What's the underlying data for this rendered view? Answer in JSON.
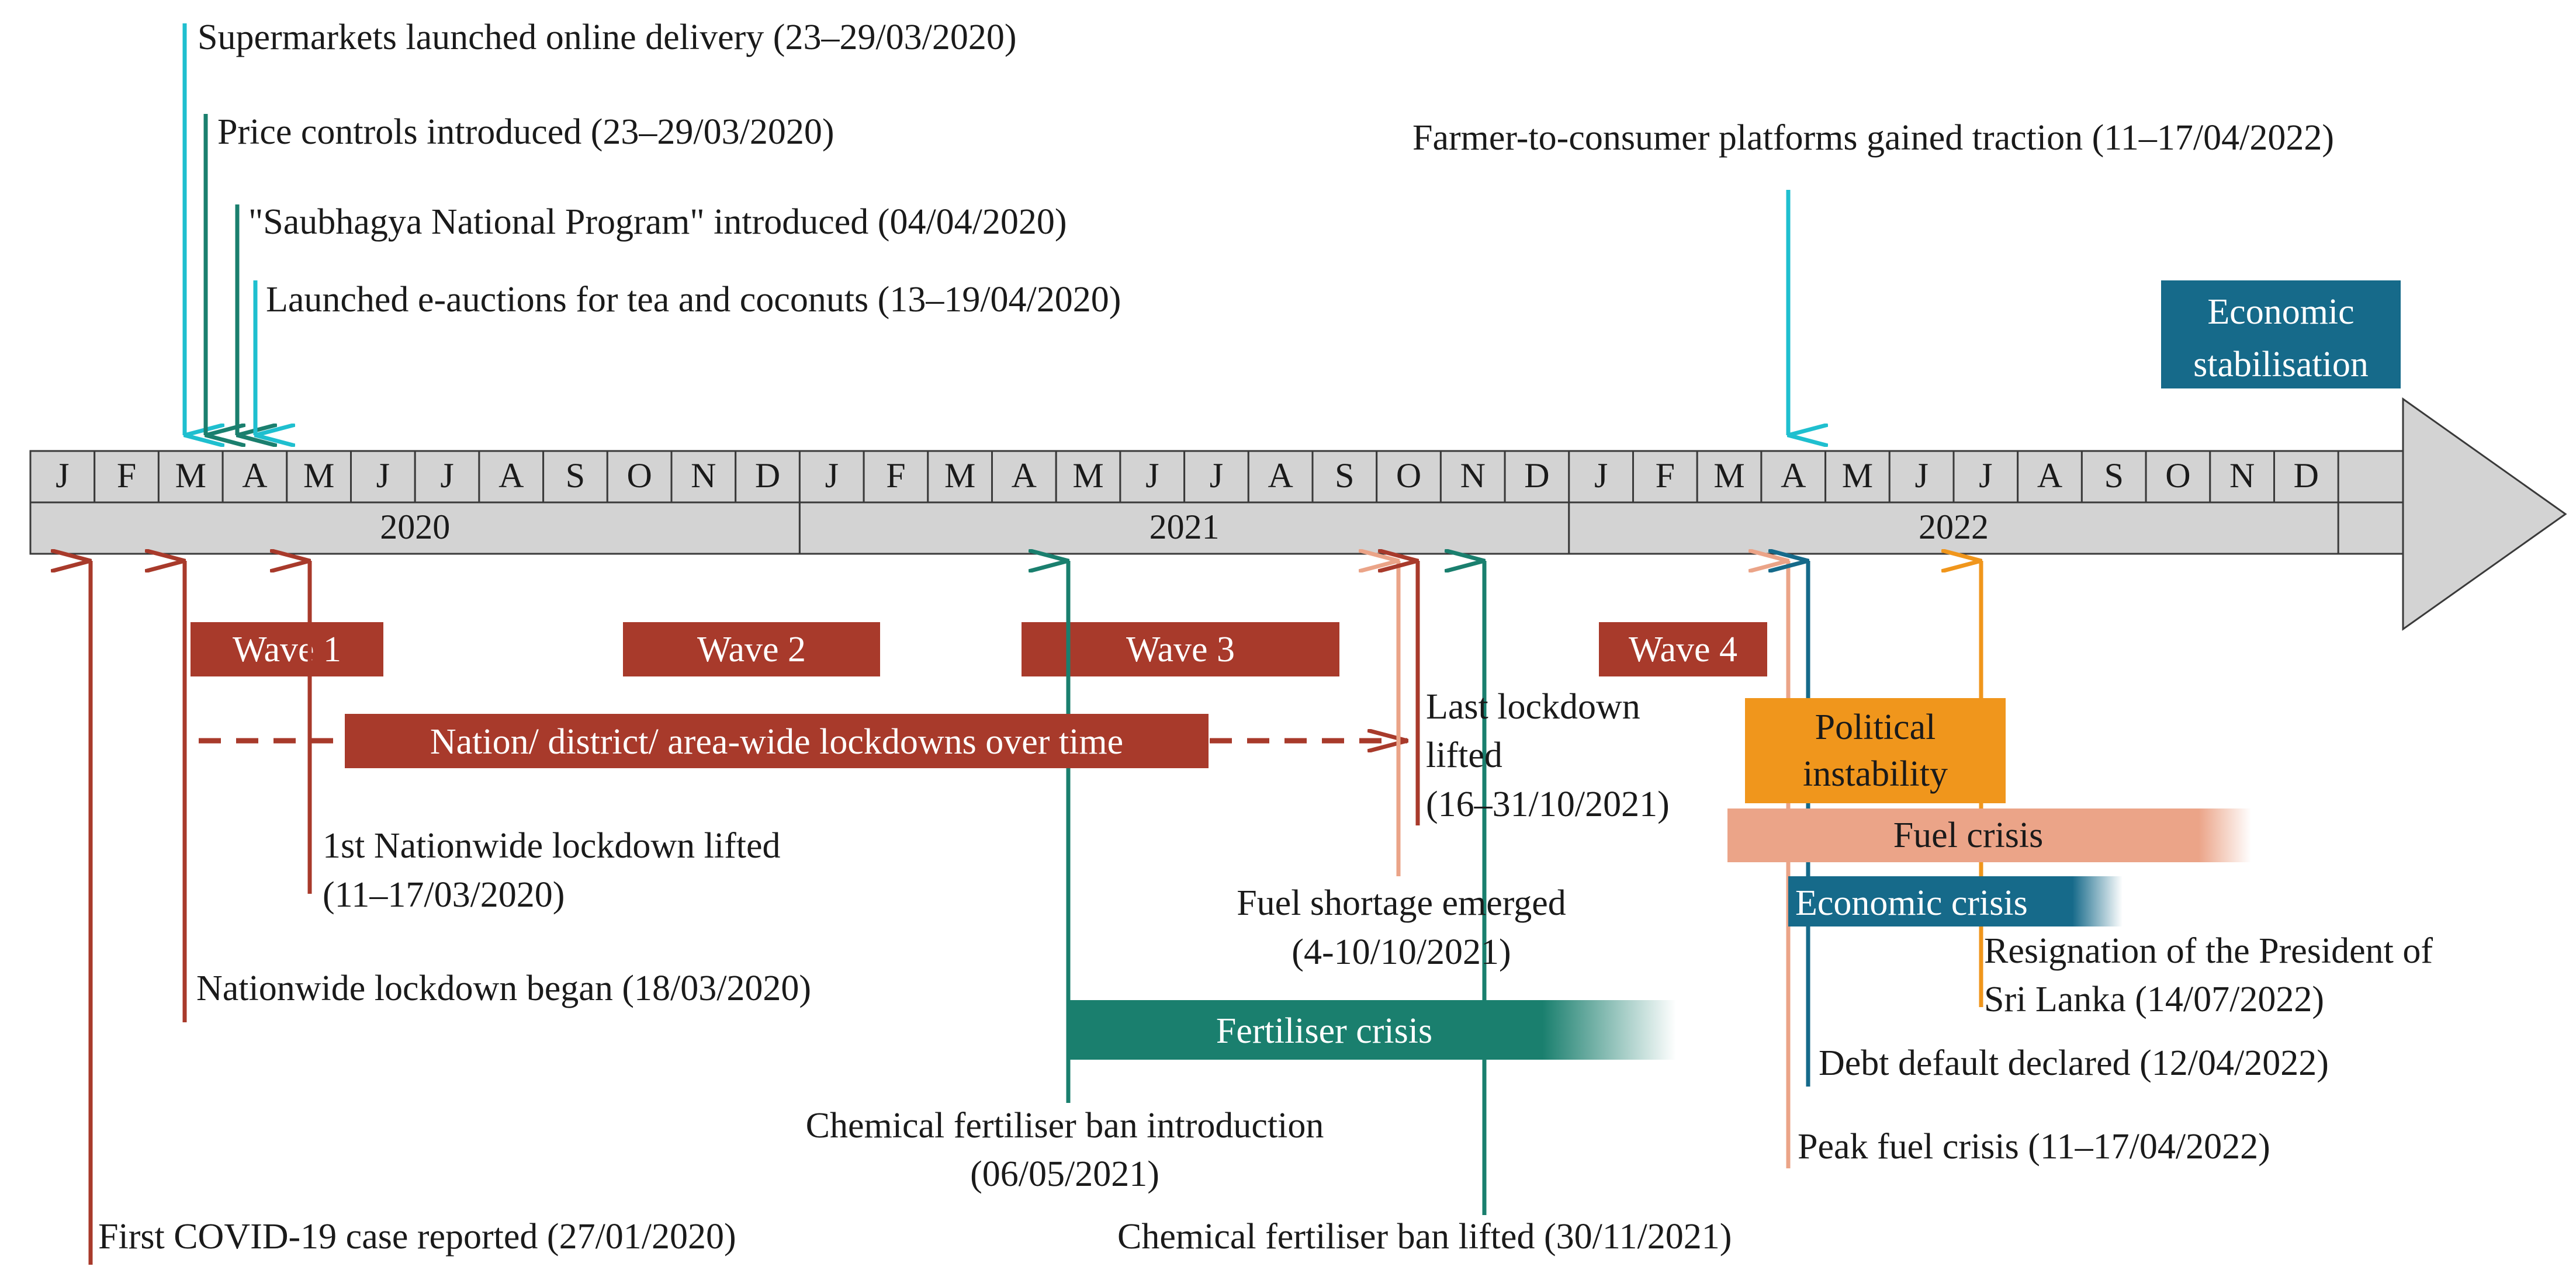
{
  "colors": {
    "cyan": "#1fbfcf",
    "teal": "#1a7f6e",
    "darkred": "#a83a2b",
    "salmon": "#eba488",
    "orange": "#f0961c",
    "navy": "#166a8a",
    "bar_gray": "#d3d3d3",
    "arrow_gray": "#d3d3d3"
  },
  "timeline": {
    "months": [
      "J",
      "F",
      "M",
      "A",
      "M",
      "J",
      "J",
      "A",
      "S",
      "O",
      "N",
      "D",
      "J",
      "F",
      "M",
      "A",
      "M",
      "J",
      "J",
      "A",
      "S",
      "O",
      "N",
      "D",
      "J",
      "F",
      "M",
      "A",
      "M",
      "J",
      "J",
      "A",
      "S",
      "O",
      "N",
      "D"
    ],
    "years": [
      "2020",
      "2021",
      "2022"
    ]
  },
  "top_events": [
    {
      "text": "Supermarkets launched online delivery (23–29/03/2020)",
      "color": "cyan"
    },
    {
      "text": "Price controls introduced (23–29/03/2020)",
      "color": "teal"
    },
    {
      "text": "\"Saubhagya National Program\" introduced (04/04/2020)",
      "color": "teal"
    },
    {
      "text": "Launched e-auctions for tea and coconuts (13–19/04/2020)",
      "color": "cyan"
    },
    {
      "text": "Farmer-to-consumer platforms gained traction (11–17/04/2022)",
      "color": "cyan"
    }
  ],
  "economic_stabilisation": {
    "line1": "Economic",
    "line2": "stabilisation"
  },
  "waves": [
    "Wave 1",
    "Wave 2",
    "Wave 3",
    "Wave 4"
  ],
  "lockdowns_label": "Nation/ district/ area-wide lockdowns over time",
  "bottom_events": {
    "first_case": "First COVID-19 case reported (27/01/2020)",
    "lockdown_began": "Nationwide lockdown began (18/03/2020)",
    "first_lifted_1": "1st Nationwide lockdown lifted",
    "first_lifted_2": "(11–17/03/2020)",
    "fert_ban_1": "Chemical fertiliser ban introduction",
    "fert_ban_2": "(06/05/2021)",
    "fuel_short_1": "Fuel shortage emerged",
    "fuel_short_2": "(4-10/10/2021)",
    "last_lockdown_1": "Last lockdown",
    "last_lockdown_2": "lifted",
    "last_lockdown_3": "(16–31/10/2021)",
    "fert_lifted": "Chemical fertiliser ban lifted (30/11/2021)",
    "resign_1": "Resignation of the President of",
    "resign_2": "Sri Lanka  (14/07/2022)",
    "debt_default": "Debt default declared (12/04/2022)",
    "peak_fuel": "Peak fuel crisis (11–17/04/2022)"
  },
  "crises": {
    "fertiliser": "Fertiliser  crisis",
    "political_1": "Political",
    "political_2": "instability",
    "fuel": "Fuel crisis",
    "economic": "Economic crisis"
  }
}
